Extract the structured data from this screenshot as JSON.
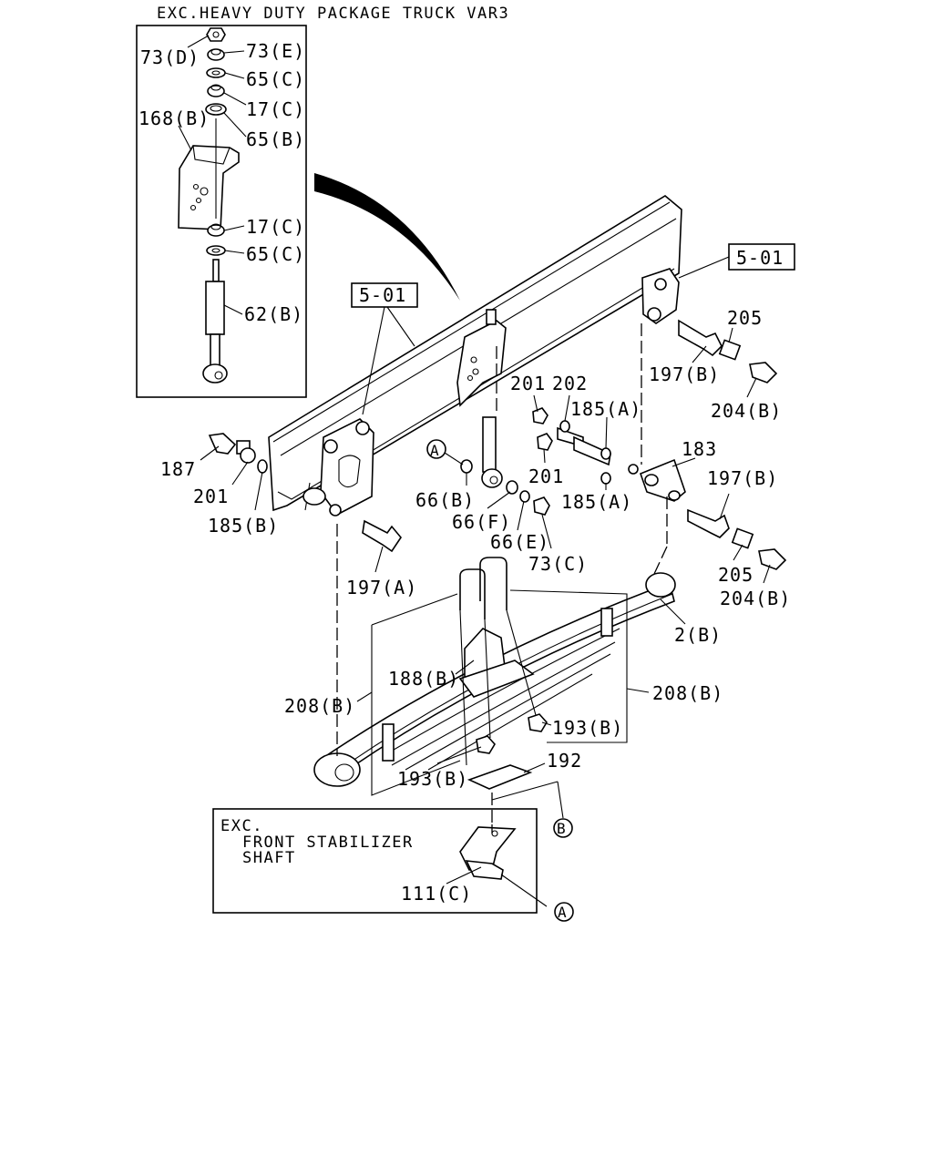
{
  "header": {
    "title": "EXC.HEAVY DUTY PACKAGE TRUCK VAR3"
  },
  "inset_top": {
    "labels": {
      "p73d": "73(D)",
      "p73e": "73(E)",
      "p65c_1": "65(C)",
      "p17c_1": "17(C)",
      "p168b": "168(B)",
      "p65b": "65(B)",
      "p17c_2": "17(C)",
      "p65c_2": "65(C)",
      "p62b": "62(B)"
    }
  },
  "refs": {
    "ref_left": "5-01",
    "ref_right": "5-01"
  },
  "callouts": {
    "c205_top": "205",
    "c197b_top": "197(B)",
    "c204b_top": "204(B)",
    "c201_mid": "201",
    "c202": "202",
    "c185a_top": "185(A)",
    "c183": "183",
    "c201_low": "201",
    "c185a_low": "185(A)",
    "c197b_low": "197(B)",
    "c205_low": "205",
    "c204b_low": "204(B)",
    "c2b": "2(B)",
    "c187": "187",
    "c201_left": "201",
    "c185b": "185(B)",
    "cA_mark": "A",
    "c66b": "66(B)",
    "c66f": "66(F)",
    "c66e": "66(E)",
    "c73c": "73(C)",
    "c197a": "197(A)",
    "c188b": "188(B)",
    "c208b_left": "208(B)",
    "c208b_right": "208(B)",
    "c193b_right": "193(B)",
    "c193b_left": "193(B)",
    "c192": "192",
    "cB_mark": "B",
    "c111c": "111(C)",
    "cA_mark_bottom": "A"
  },
  "inset_bottom": {
    "line1": "EXC.",
    "line2": "FRONT STABILIZER",
    "line3": "SHAFT"
  }
}
